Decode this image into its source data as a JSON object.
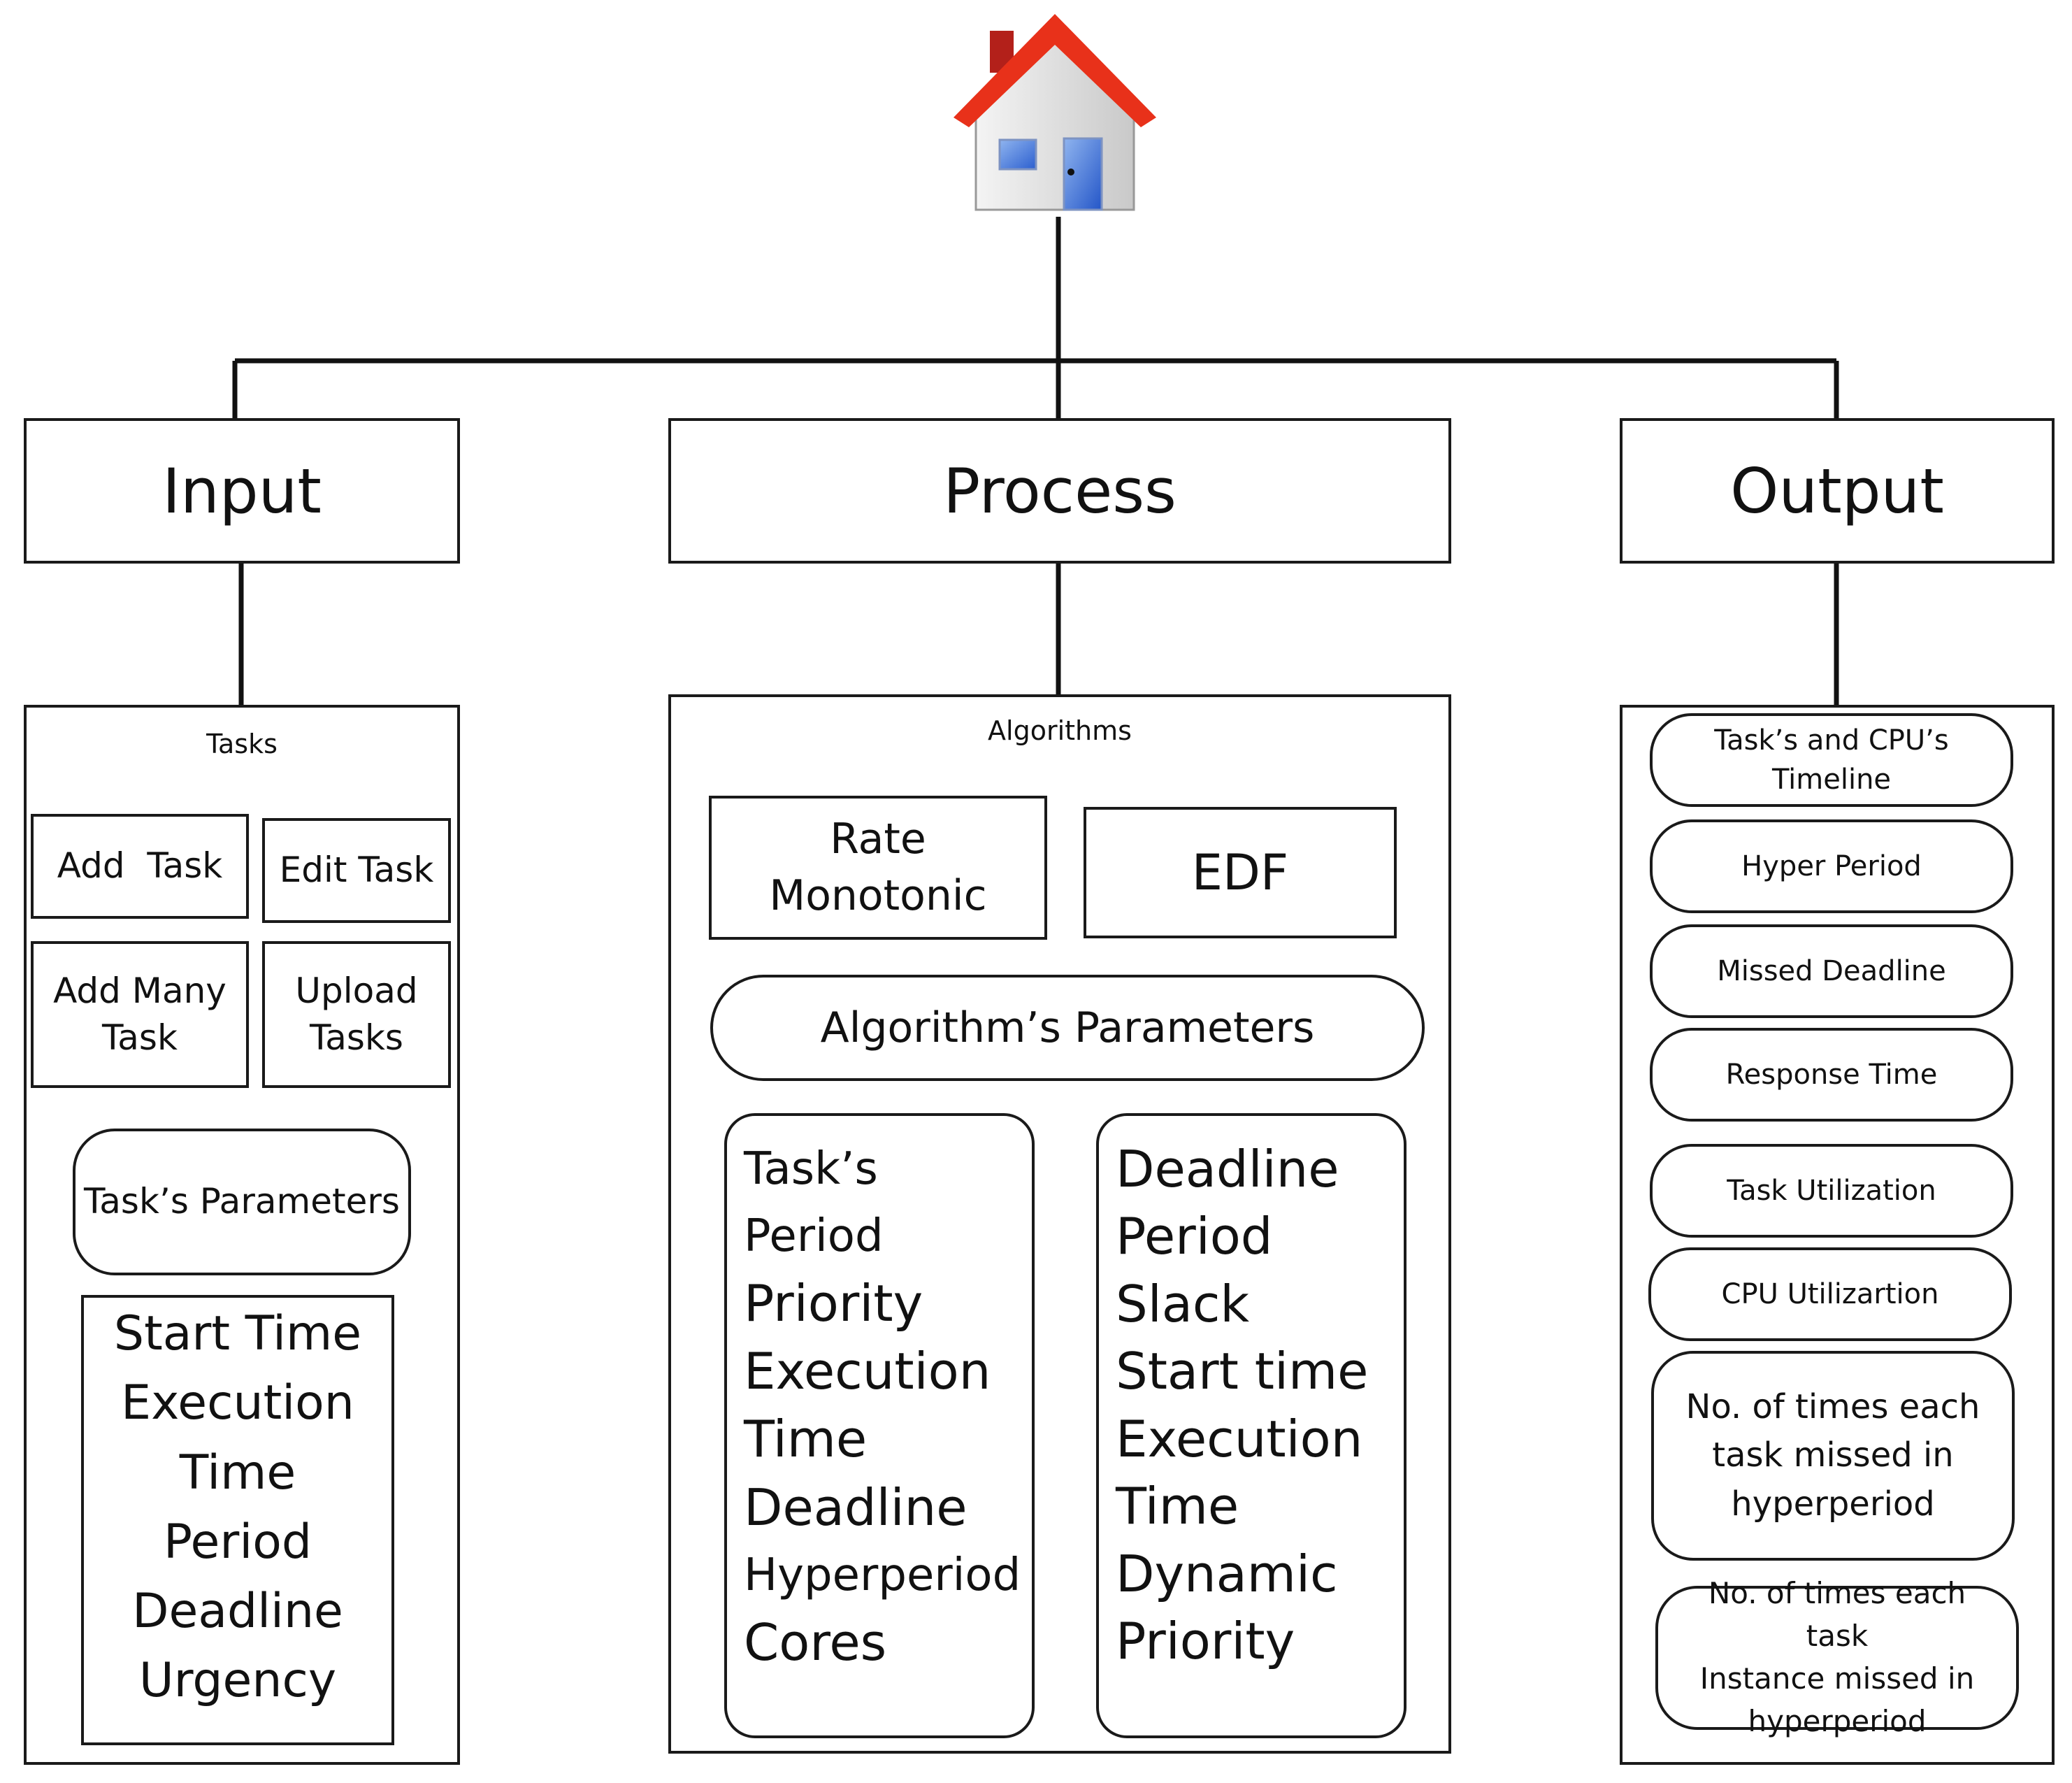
{
  "top": {
    "home_icon": "house-icon",
    "colors": {
      "roof": "#e8311a",
      "chimney": "#b3201a",
      "walls": "#e6e6e6",
      "window": "#4a78d6",
      "door": "#3a6bd4"
    }
  },
  "input": {
    "title": "Input",
    "panel_label": "Tasks",
    "buttons": {
      "add_task": "Add  Task",
      "edit_task": "Edit Task",
      "add_many_line1": "Add Many",
      "add_many_line2": "Task",
      "upload_line1": "Upload",
      "upload_line2": "Tasks"
    },
    "parameters_label": "Task’s Parameters",
    "parameters": [
      "Start Time",
      "Execution",
      "Time",
      "Period",
      "Deadline",
      "Urgency"
    ]
  },
  "process": {
    "title": "Process",
    "panel_label": "Algorithms",
    "algorithms": {
      "rm_line1": "Rate",
      "rm_line2": "Monotonic",
      "edf": "EDF"
    },
    "parameters_label": "Algorithm’s Parameters",
    "left_params": [
      "Task’s Period",
      "Priority",
      "Execution",
      "Time",
      "Deadline",
      "Hyperperiod",
      "Cores"
    ],
    "right_params": [
      "Deadline",
      "Period",
      "Slack",
      "Start time",
      "Execution",
      "Time",
      "Dynamic",
      "Priority"
    ]
  },
  "output": {
    "title": "Output",
    "items": [
      {
        "line1": "Task’s and CPU’s",
        "line2": "Timeline"
      },
      {
        "line1": "Hyper Period"
      },
      {
        "line1": "Missed Deadline"
      },
      {
        "line1": "Response Time"
      },
      {
        "line1": "Task Utilization"
      },
      {
        "line1": "CPU Utilizartion"
      },
      {
        "line1": "No. of times each",
        "line2": "task missed in",
        "line3": "hyperperiod"
      },
      {
        "line1": "No. of times each task",
        "line2": "Instance missed in",
        "line3": "hyperperiod"
      }
    ]
  }
}
